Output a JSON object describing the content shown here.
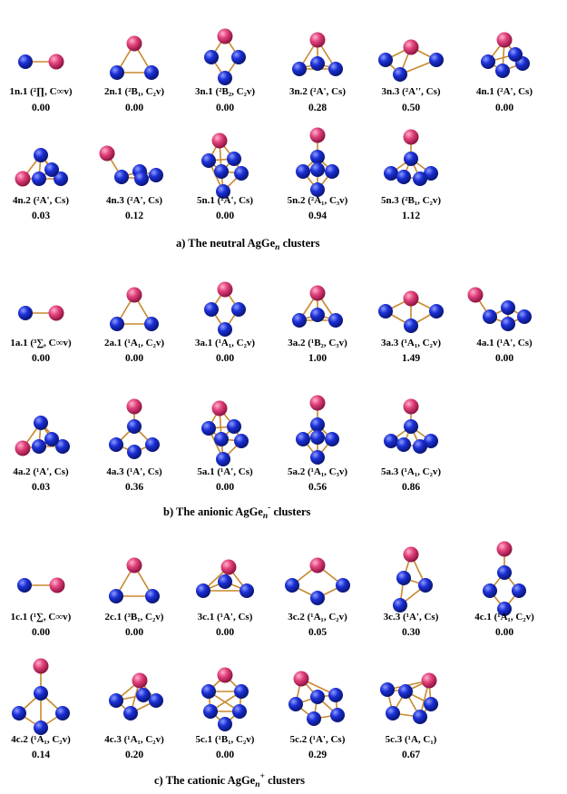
{
  "colors": {
    "ge": "#1a2fd6",
    "ag": "#e0407a",
    "bond": "#c8892f"
  },
  "sections": [
    {
      "id": "neutral",
      "title": "a) The neutral AgGe",
      "title_sub": "n",
      "title_sup": "",
      "title_after": " clusters",
      "structures": [
        {
          "id": "1n.1",
          "label": "1n.1 (²∏, C∞v)",
          "energy": "0.00",
          "icon": "ag-ge-dimer"
        },
        {
          "id": "2n.1",
          "label": "2n.1 (²B₁, C₂v)",
          "energy": "0.00",
          "icon": "ag-ge2-triangle"
        },
        {
          "id": "3n.1",
          "label": "3n.1 (²B₂, C₂v)",
          "energy": "0.00",
          "icon": "ag-ge3-rhombus"
        },
        {
          "id": "3n.2",
          "label": "3n.2 (²A', Cs)",
          "energy": "0.28",
          "icon": "ag-capped-ge3-triangle"
        },
        {
          "id": "3n.3",
          "label": "3n.3 (²A'', Cs)",
          "energy": "0.50",
          "icon": "ag-ge3-planar"
        },
        {
          "id": "4n.1",
          "label": "4n.1 (²A', Cs)",
          "energy": "0.00",
          "icon": "ag-ge4-cluster"
        },
        {
          "id": "4n.2",
          "label": "4n.2 (²A', Cs)",
          "energy": "0.03",
          "icon": "ag-ge4-cluster"
        },
        {
          "id": "4n.3",
          "label": "4n.3 (²A', Cs)",
          "energy": "0.12",
          "icon": "ag-ge4-cluster"
        },
        {
          "id": "5n.1",
          "label": "5n.1 (²A', Cs)",
          "energy": "0.00",
          "icon": "ag-ge5-cluster"
        },
        {
          "id": "5n.2",
          "label": "5n.2 (²A₁, C₃v)",
          "energy": "0.94",
          "icon": "ag-ge5-cluster"
        },
        {
          "id": "5n.3",
          "label": "5n.3 (²B₁, C₂v)",
          "energy": "1.12",
          "icon": "ag-ge5-cluster"
        }
      ]
    },
    {
      "id": "anionic",
      "title": "b) The anionic AgGe",
      "title_sub": "n",
      "title_sup": "-",
      "title_after": " clusters",
      "structures": [
        {
          "id": "1a.1",
          "label": "1a.1 (³∑, C∞v)",
          "energy": "0.00",
          "icon": "ag-ge-dimer"
        },
        {
          "id": "2a.1",
          "label": "2a.1 (¹A₁, C₂v)",
          "energy": "0.00",
          "icon": "ag-ge2-triangle"
        },
        {
          "id": "3a.1",
          "label": "3a.1  (¹A₁, C₂v)",
          "energy": "0.00",
          "icon": "ag-ge3-rhombus"
        },
        {
          "id": "3a.2",
          "label": "3a.2 (¹B₂, C₃v)",
          "energy": "1.00",
          "icon": "ag-capped-ge3-triangle"
        },
        {
          "id": "3a.3",
          "label": "3a.3  (¹A₁, C₂v)",
          "energy": "1.49",
          "icon": "ag-ge3-planar"
        },
        {
          "id": "4a.1",
          "label": "4a.1 (¹A', Cs)",
          "energy": "0.00",
          "icon": "ag-ge4-cluster"
        },
        {
          "id": "4a.2",
          "label": "4a.2 (¹A', Cs)",
          "energy": "0.03",
          "icon": "ag-ge4-cluster"
        },
        {
          "id": "4a.3",
          "label": "4a.3 (¹A', Cs)",
          "energy": "0.36",
          "icon": "ag-ge4-cluster"
        },
        {
          "id": "5a.1",
          "label": "5a.1 (¹A', Cs)",
          "energy": "0.00",
          "icon": "ag-ge5-cluster"
        },
        {
          "id": "5a.2",
          "label": "5a.2 (¹A₁, C₃v)",
          "energy": "0.56",
          "icon": "ag-ge5-cluster"
        },
        {
          "id": "5a.3",
          "label": "5a.3  (¹A₁, C₂v)",
          "energy": "0.86",
          "icon": "ag-ge5-cluster"
        }
      ]
    },
    {
      "id": "cationic",
      "title": "c) The cationic AgGe",
      "title_sub": "n",
      "title_sup": "+",
      "title_after": " clusters",
      "structures": [
        {
          "id": "1c.1",
          "label": "1c.1 (¹∑, C∞v)",
          "energy": "0.00",
          "icon": "ag-ge-dimer"
        },
        {
          "id": "2c.1",
          "label": "2c.1 (³B₁, C₂v)",
          "energy": "0.00",
          "icon": "ag-ge2-triangle"
        },
        {
          "id": "3c.1",
          "label": "3c.1 (¹A', Cs)",
          "energy": "0.00",
          "icon": "ag-ge3-planar"
        },
        {
          "id": "3c.2",
          "label": "3c.2 (¹A₁, C₂v)",
          "energy": "0.05",
          "icon": "ag-ge3-rhombus"
        },
        {
          "id": "3c.3",
          "label": "3c.3 (¹A', Cs)",
          "energy": "0.30",
          "icon": "ag-ge3-planar"
        },
        {
          "id": "4c.1",
          "label": "4c.1 (¹A₁, C₂v)",
          "energy": "0.00",
          "icon": "ag-ge4-cluster"
        },
        {
          "id": "4c.2",
          "label": "4c.2 (¹A₁, C₂v)",
          "energy": "0.14",
          "icon": "ag-ge4-cluster"
        },
        {
          "id": "4c.3",
          "label": "4c.3 (¹A₁, C₂v)",
          "energy": "0.20",
          "icon": "ag-ge4-cluster"
        },
        {
          "id": "5c.1",
          "label": "5c.1 (¹B₁, C₂v)",
          "energy": "0.00",
          "icon": "ag-ge5-cluster"
        },
        {
          "id": "5c.2",
          "label": "5c.2 (¹A', Cs)",
          "energy": "0.29",
          "icon": "ag-ge5-cluster"
        },
        {
          "id": "5c.3",
          "label": "5c.3 (¹A, C₁)",
          "energy": "0.67",
          "icon": "ag-ge5-cluster"
        }
      ]
    }
  ]
}
